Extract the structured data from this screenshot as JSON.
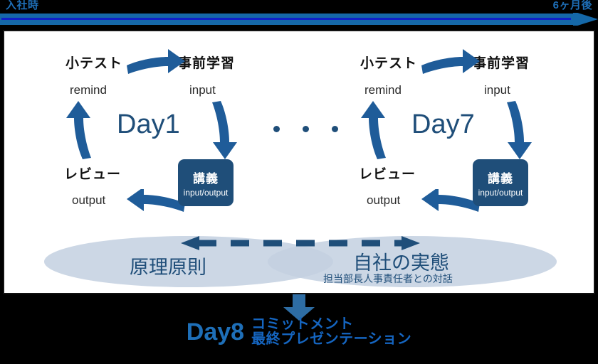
{
  "banner": {
    "left_label": "入社時",
    "right_label": "6ヶ月後",
    "bar_color": "#1568A8",
    "accent_color": "#1020C8"
  },
  "cycles": [
    {
      "day": "Day1",
      "quiz": "小テスト",
      "quiz_sub": "remind",
      "prestudy": "事前学習",
      "prestudy_sub": "input",
      "review": "レビュー",
      "review_sub": "output",
      "lecture": "講義",
      "lecture_sub": "input/output"
    },
    {
      "day": "Day7",
      "quiz": "小テスト",
      "quiz_sub": "remind",
      "prestudy": "事前学習",
      "prestudy_sub": "input",
      "review": "レビュー",
      "review_sub": "output",
      "lecture": "講義",
      "lecture_sub": "input/output"
    }
  ],
  "ellipsis": "・・・",
  "band": {
    "left_label": "原理原則",
    "right_label": "自社の実態",
    "right_sublabel": "担当部長人事責任者との対話",
    "ellipse_color": "#C3D0E0",
    "text_color": "#1F4E79"
  },
  "footer": {
    "day": "Day8",
    "line1": "コミットメント",
    "line2": "最終プレゼンテーション",
    "color": "#1565C0"
  },
  "colors": {
    "dark_blue": "#1F4E79",
    "mid_blue": "#2E6DA4",
    "panel_bg": "#FFFFFF",
    "page_bg": "#000000"
  }
}
